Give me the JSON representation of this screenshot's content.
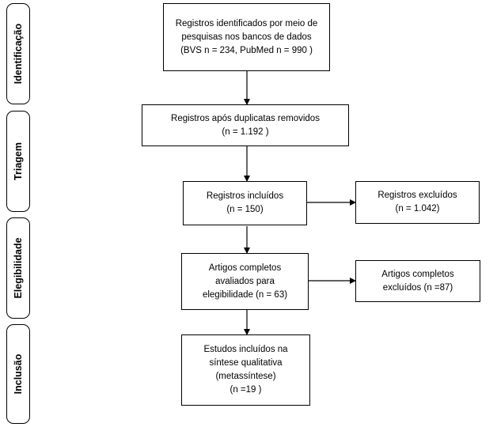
{
  "stages": {
    "identificacao": "Identificação",
    "triagem": "Triagem",
    "elegibilidade": "Elegibilidade",
    "inclusao": "Inclusão"
  },
  "boxes": {
    "identified": {
      "line1": "Registros identificados por meio de",
      "line2": "pesquisas nos bancos de dados",
      "line3": "(BVS n = 234, PubMed n = 990 )"
    },
    "after_duplicates": {
      "line1": "Registros após duplicatas removidos",
      "line2": "(n = 1.192 )"
    },
    "included": {
      "line1": "Registros incluídos",
      "line2": "(n = 150)"
    },
    "excluded": {
      "line1": "Registros excluídos",
      "line2": "(n = 1.042)"
    },
    "full_text": {
      "line1": "Artigos completos",
      "line2": "avaliados para",
      "line3": "elegibilidade (n = 63)"
    },
    "full_text_excluded": {
      "line1": "Artigos completos",
      "line2": "excluídos (n =87)"
    },
    "studies_included": {
      "line1": "Estudos incluídos na",
      "line2": "síntese qualitativa",
      "line3": "(metassíntese)",
      "line4": "(n =19 )"
    }
  }
}
